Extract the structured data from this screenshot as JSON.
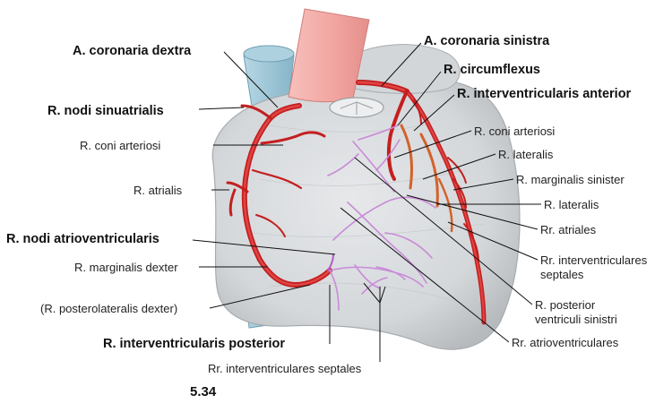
{
  "figure_number": "5.34",
  "labels": {
    "coronaria_dextra": "A. coronaria dextra",
    "nodi_sinuatrialis": "R. nodi sinuatrialis",
    "coni_arteriosi_right": "R. coni arteriosi",
    "atrialis": "R. atrialis",
    "nodi_atrioventricularis": "R. nodi atrioventricularis",
    "marginalis_dexter": "R. marginalis dexter",
    "posterolateralis_dexter": "(R. posterolateralis dexter)",
    "interventricularis_posterior": "R. interventricularis posterior",
    "septales_bottom": "Rr. interventriculares septales",
    "coronaria_sinistra": "A. coronaria sinistra",
    "circumflexus": "R. circumflexus",
    "interventricularis_anterior": "R. interventricularis anterior",
    "coni_arteriosi_left": "R. coni arteriosi",
    "lateralis_1": "R. lateralis",
    "marginalis_sinister": "R. marginalis sinister",
    "lateralis_2": "R. lateralis",
    "atriales": "Rr. atriales",
    "septales_right_1": "Rr. interventriculares",
    "septales_right_2": "septales",
    "posterior_ventriculi_1": "R. posterior",
    "posterior_ventriculi_2": "ventriculi sinistri",
    "atrioventriculares": "Rr. atrioventriculares"
  },
  "colors": {
    "heart_fill": "#d8dadc",
    "heart_shadow": "#b9bcbf",
    "artery": "#d42a2a",
    "artery_dark": "#a81818",
    "posterior_branches": "#c98ad8",
    "vein_blue": "#9cc4d6",
    "aorta_pink": "#f2a9a6",
    "leader_line": "#111111"
  }
}
